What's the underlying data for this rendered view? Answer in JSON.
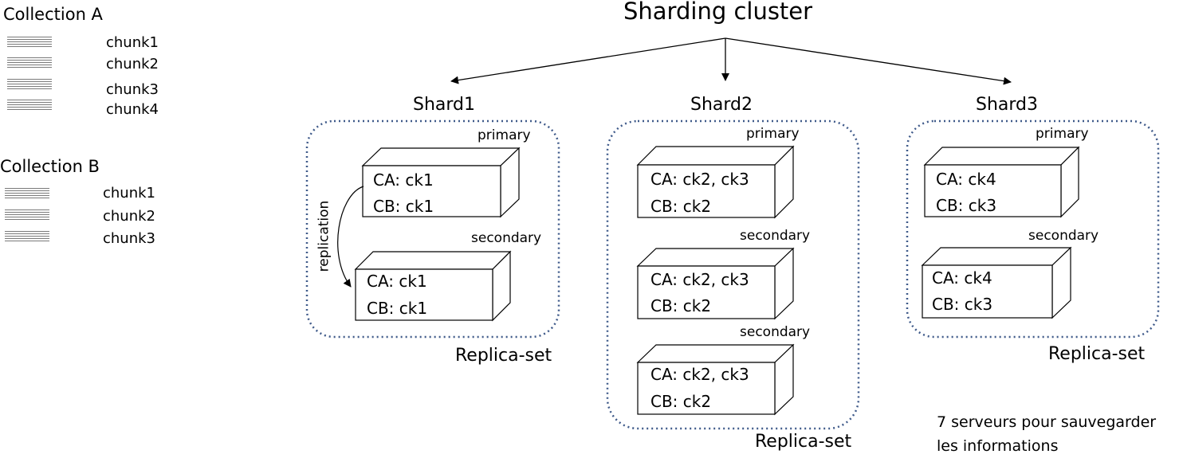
{
  "title": "Sharding cluster",
  "collections": [
    {
      "title": "Collection A",
      "chunks": [
        "chunk1",
        "chunk2",
        "chunk3",
        "chunk4"
      ]
    },
    {
      "title": "Collection B",
      "chunks": [
        "chunk1",
        "chunk2",
        "chunk3"
      ]
    }
  ],
  "shards": [
    {
      "name": "Shard1",
      "replica_label": "Replica-set",
      "servers": [
        {
          "role": "primary",
          "lines": [
            "CA: ck1",
            "CB: ck1"
          ]
        },
        {
          "role": "secondary",
          "lines": [
            "CA: ck1",
            "CB: ck1"
          ]
        }
      ],
      "replication_label": "replication"
    },
    {
      "name": "Shard2",
      "replica_label": "Replica-set",
      "servers": [
        {
          "role": "primary",
          "lines": [
            "CA: ck2, ck3",
            "CB: ck2"
          ]
        },
        {
          "role": "secondary",
          "lines": [
            "CA: ck2, ck3",
            "CB: ck2"
          ]
        },
        {
          "role": "secondary",
          "lines": [
            "CA: ck2, ck3",
            "CB: ck2"
          ]
        }
      ]
    },
    {
      "name": "Shard3",
      "replica_label": "Replica-set",
      "servers": [
        {
          "role": "primary",
          "lines": [
            "CA: ck4",
            "CB: ck3"
          ]
        },
        {
          "role": "secondary",
          "lines": [
            "CA: ck4",
            "CB: ck3"
          ]
        }
      ]
    }
  ],
  "note": [
    "7 serveurs pour sauvegarder",
    "les informations"
  ],
  "colors": {
    "cluster_border": "#3f5a8a",
    "line": "#000000",
    "stripe": "#7a7a7a"
  }
}
